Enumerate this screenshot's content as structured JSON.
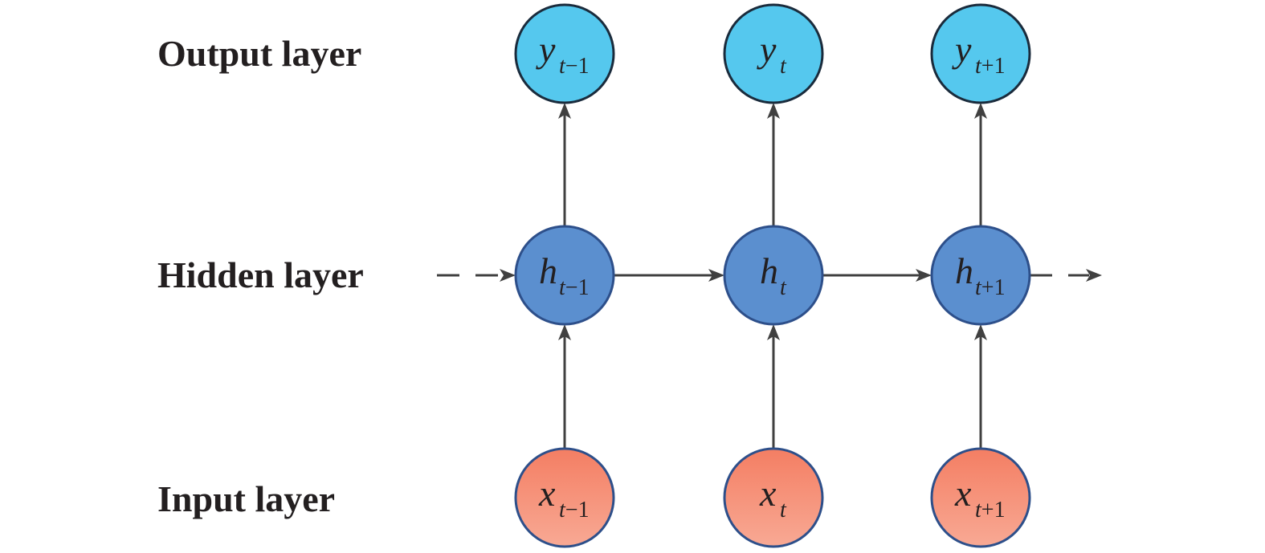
{
  "layers": {
    "output": "Output layer",
    "hidden": "Hidden layer",
    "input": "Input layer"
  },
  "steps": [
    {
      "suffix": "−1"
    },
    {
      "suffix": ""
    },
    {
      "suffix": "+1"
    }
  ],
  "nodes": {
    "output": {
      "var": "y",
      "sub_var": "t"
    },
    "hidden": {
      "var": "h",
      "sub_var": "t"
    },
    "input": {
      "var": "x",
      "sub_var": "t"
    }
  },
  "colors": {
    "output_fill": "#55c8ee",
    "output_stroke": "#1a2b3c",
    "hidden_fill": "#5b8fcf",
    "hidden_stroke": "#2d4f8a",
    "input_fill_top": "#f47e63",
    "input_fill_bottom": "#f8a994",
    "input_stroke": "#2d4f8a",
    "arrow": "#404040"
  }
}
